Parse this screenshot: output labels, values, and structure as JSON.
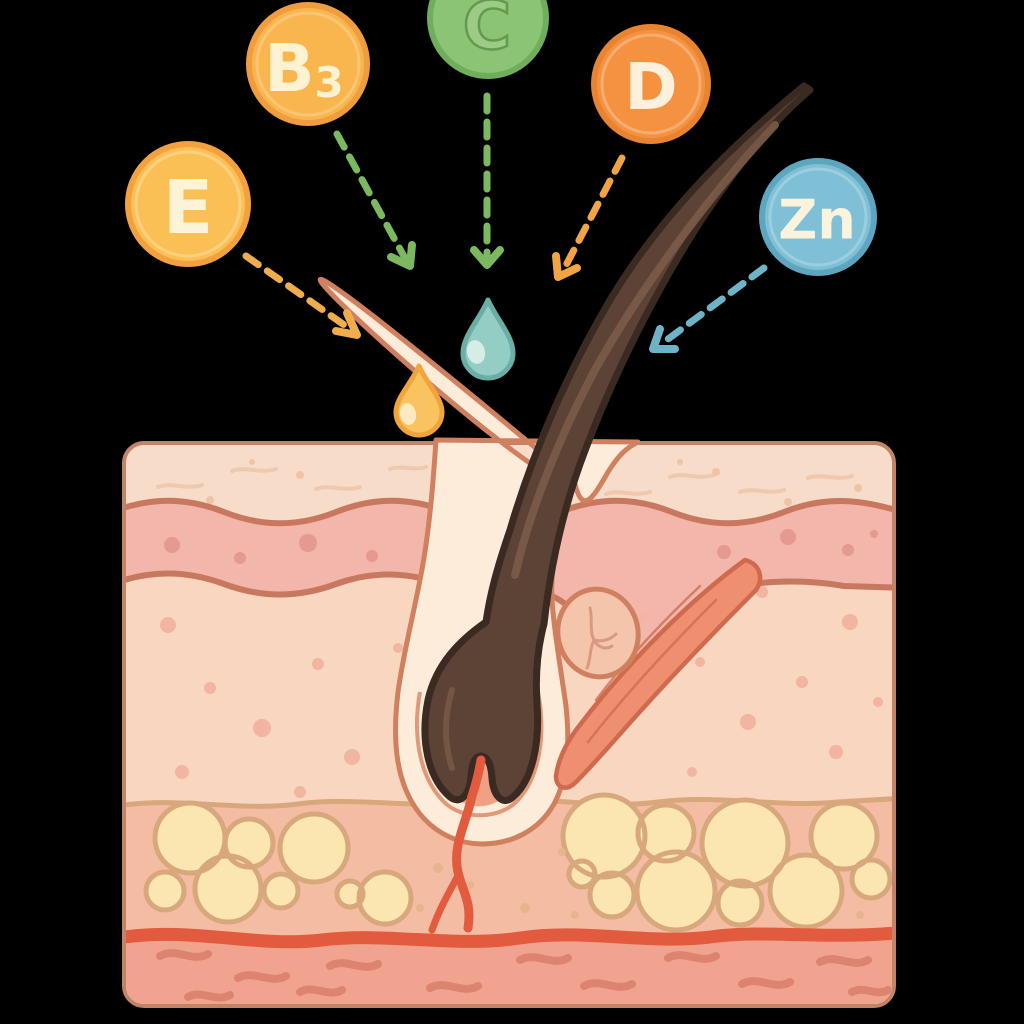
{
  "background_color": "#000000",
  "badges": [
    {
      "id": "vitamin-e",
      "label": "E",
      "fill": "#fbc055",
      "border": "#f2a13e",
      "text_color": "#fdf3d7"
    },
    {
      "id": "vitamin-b3",
      "label": "B3",
      "label_main": "B",
      "label_sub": "3",
      "fill": "#f9b64e",
      "border": "#ef9d3e",
      "text_color": "#fdf2d2"
    },
    {
      "id": "vitamin-c",
      "label": "C",
      "fill": "#8cc475",
      "border": "#6fae5b",
      "text_color": "#9ccb85"
    },
    {
      "id": "vitamin-d",
      "label": "D",
      "fill": "#f49242",
      "border": "#e8842f",
      "text_color": "#fdf0dc"
    },
    {
      "id": "mineral-zinc",
      "label": "Zn",
      "fill": "#7fc0d6",
      "border": "#5ea6c0",
      "text_color": "#fbf3dc"
    }
  ],
  "arrows": [
    {
      "from": "vitamin-e",
      "color": "#f0ad4e"
    },
    {
      "from": "vitamin-b3",
      "color": "#7cb85f"
    },
    {
      "from": "vitamin-c",
      "color": "#7cb85f"
    },
    {
      "from": "vitamin-d",
      "color": "#f0a446"
    },
    {
      "from": "mineral-zinc",
      "color": "#6fb3c9"
    }
  ],
  "droplets": [
    {
      "id": "droplet-yellow",
      "fill": "#f9c45f",
      "border": "#f0a53c",
      "highlight": "#fdeac2"
    },
    {
      "id": "droplet-teal",
      "fill": "#93cdc3",
      "border": "#6aaea5",
      "highlight": "#d6ede6"
    }
  ],
  "skin": {
    "outline": "#c08468",
    "epidermis": "#f7ddc9",
    "epidermis_streak": "#ecc6ab",
    "basal_band": "#f2b6aa",
    "basal_band_outline": "#c97860",
    "basal_band_dot": "#e49a90",
    "dermis": "#f9d6c0",
    "dermis_dot": "#f1b5a2",
    "fat_layer": "#f5bca4",
    "fat_cell_fill": "#fbe5b0",
    "fat_cell_outline": "#d8a87c",
    "fat_speck": "#e7b48f",
    "lower_band": "#f0a48f",
    "lower_band_squiggle": "#dd8471",
    "vessel": "#e25b3e",
    "hair": "#5d4236",
    "hair_outline": "#3a2a22",
    "hair_highlight": "#7b5b48",
    "follicle_sheath": "#fcecd9",
    "follicle_outline": "#d0805f",
    "follicle_inner_ring": "#e09879",
    "papilla": "#f0a183",
    "sebaceous_gland": "#f5c5ab",
    "gland_lines": "#d89a7e",
    "muscle": "#ee8f6f",
    "muscle_outline": "#cf6a4e"
  }
}
